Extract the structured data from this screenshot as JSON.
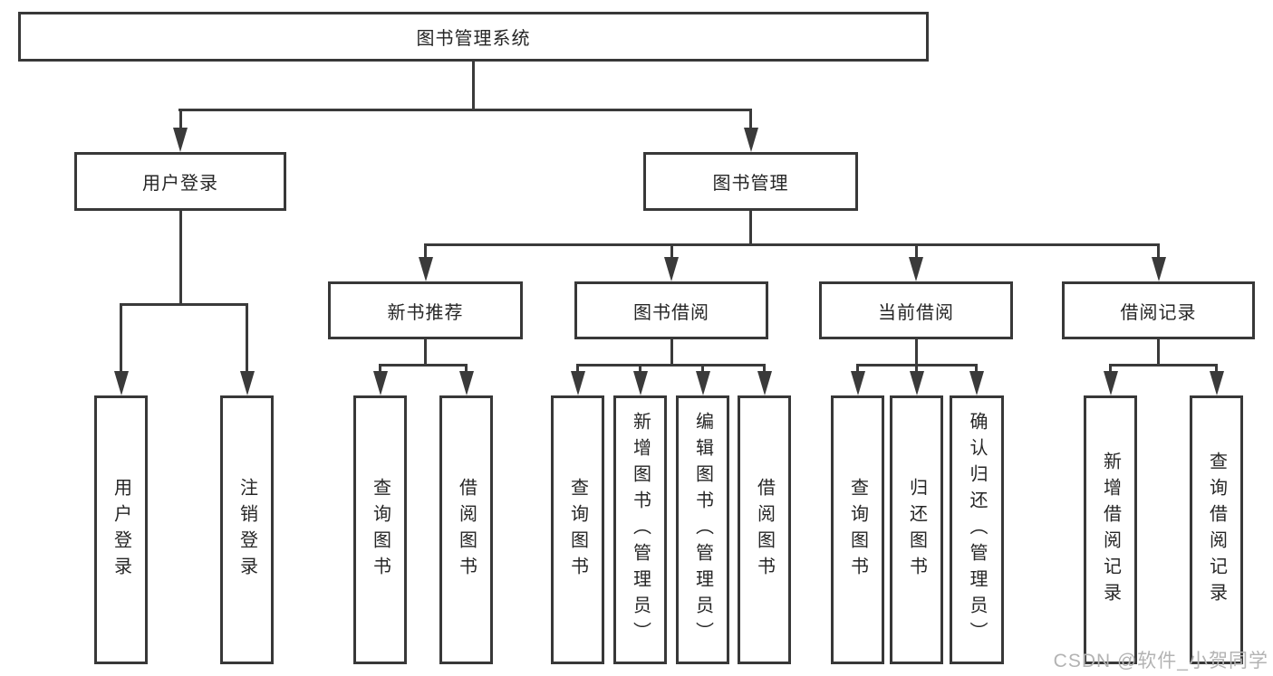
{
  "tree": {
    "label": "图书管理系统",
    "children": [
      {
        "label": "用户登录",
        "children": [
          {
            "label": "用户登录"
          },
          {
            "label": "注销登录"
          }
        ]
      },
      {
        "label": "图书管理",
        "children": [
          {
            "label": "新书推荐",
            "children": [
              {
                "label": "查询图书"
              },
              {
                "label": "借阅图书"
              }
            ]
          },
          {
            "label": "图书借阅",
            "children": [
              {
                "label": "查询图书"
              },
              {
                "label": "新增图书（管理员）"
              },
              {
                "label": "编辑图书（管理员）"
              },
              {
                "label": "借阅图书"
              }
            ]
          },
          {
            "label": "当前借阅",
            "children": [
              {
                "label": "查询图书"
              },
              {
                "label": "归还图书"
              },
              {
                "label": "确认归还（管理员）"
              }
            ]
          },
          {
            "label": "借阅记录",
            "children": [
              {
                "label": "新增借阅记录"
              },
              {
                "label": "查询借阅记录"
              }
            ]
          }
        ]
      }
    ]
  },
  "watermark": {
    "text": "CSDN @软件_小贺同学"
  },
  "colors": {
    "line": "#3a3a3a",
    "box_border": "#383838",
    "text": "#262626",
    "watermark": "#b3b3b3",
    "background": "#ffffff"
  }
}
